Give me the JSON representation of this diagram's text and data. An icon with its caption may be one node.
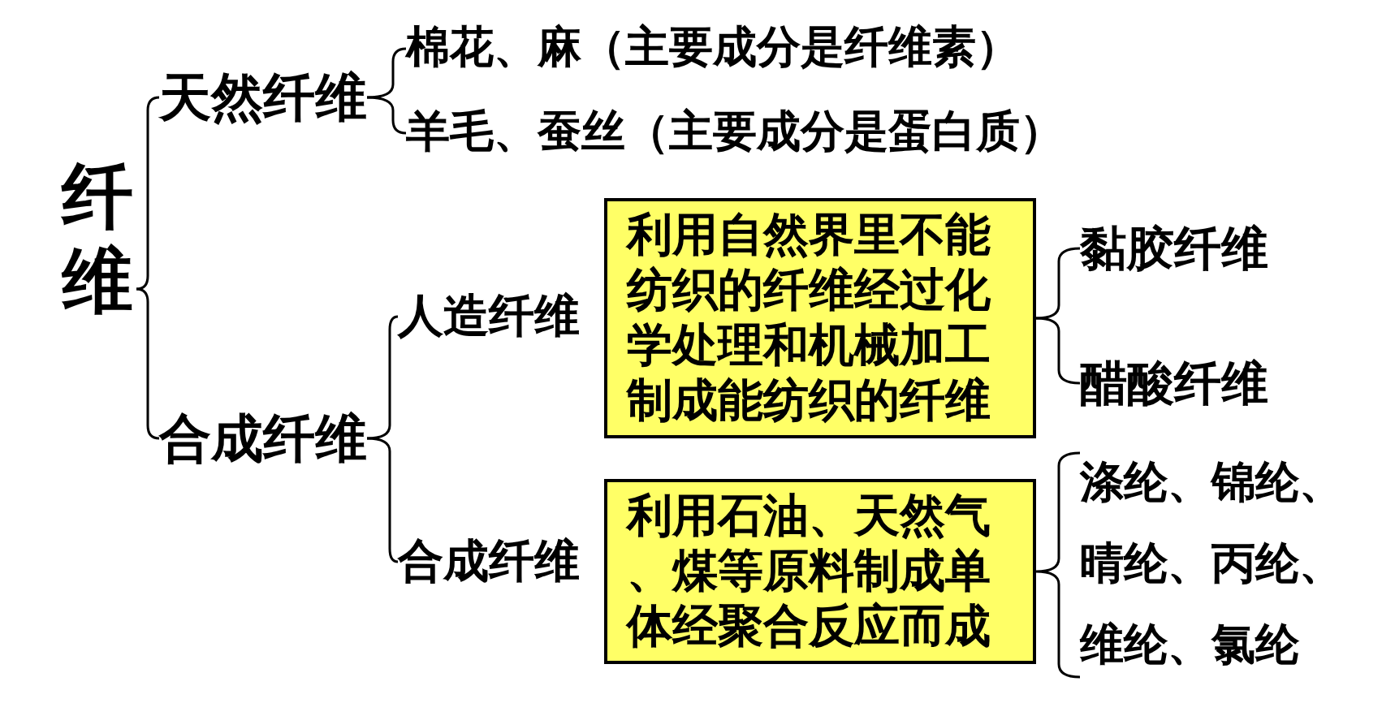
{
  "diagram": {
    "nodes": [
      {
        "text": [
          "纤维"
        ]
      },
      {
        "text": [
          "天然纤维"
        ]
      },
      {
        "text": [
          "棉花、麻（主要成分是纤维素）"
        ]
      },
      {
        "text": [
          "羊毛、蚕丝（主要成分是蛋白质）"
        ]
      },
      {
        "text": [
          "合成纤维"
        ]
      },
      {
        "text": [
          "人造纤维"
        ]
      },
      {
        "text": [
          "利用自然界里不能纺织的纤维经过化学处理和机械加工制成能纺织的纤维"
        ]
      },
      {
        "text": [
          "黏胶纤维"
        ]
      },
      {
        "text": [
          "醋酸纤维"
        ]
      },
      {
        "text": [
          "合成纤维"
        ]
      },
      {
        "text": [
          "利用石油、天然气、煤等原料制成单体经聚合反应而成"
        ]
      },
      {
        "text": [
          "涤纶、锦纶、晴纶、丙纶、维纶、氯纶"
        ]
      }
    ],
    "edges": [
      {
        "from": 0,
        "to": 1,
        "arrow": "none"
      },
      {
        "from": 0,
        "to": 4,
        "arrow": "none"
      },
      {
        "from": 1,
        "to": 2,
        "arrow": "none"
      },
      {
        "from": 1,
        "to": 3,
        "arrow": "none"
      },
      {
        "from": 4,
        "to": 5,
        "arrow": "none"
      },
      {
        "from": 4,
        "to": 9,
        "arrow": "none"
      },
      {
        "from": 6,
        "to": 7,
        "arrow": "none"
      },
      {
        "from": 6,
        "to": 8,
        "arrow": "none"
      },
      {
        "from": 10,
        "to": 11,
        "arrow": "none"
      }
    ]
  }
}
